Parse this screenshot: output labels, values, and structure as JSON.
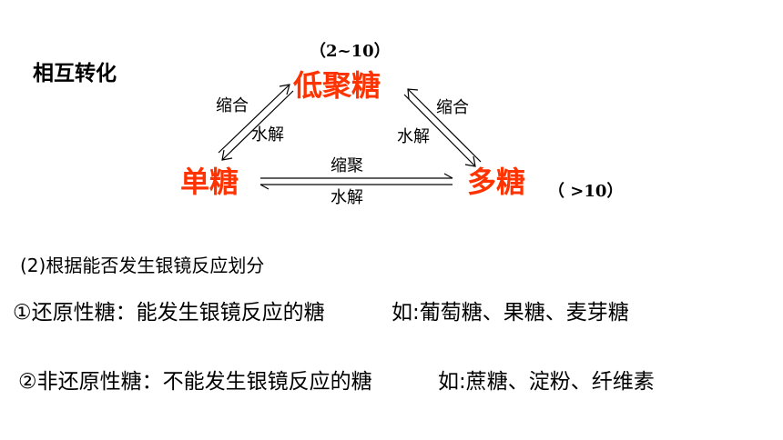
{
  "title": "相互转化",
  "nodes": {
    "oligosaccharide": "低聚糖",
    "monosaccharide": "单糖",
    "polysaccharide": "多糖"
  },
  "notes": {
    "oligo_range": "（2~10）",
    "poly_range": "（ >10）"
  },
  "arrow_labels": {
    "condensation_left": "缩合",
    "hydrolysis_left": "水解",
    "condensation_right": "缩合",
    "hydrolysis_right": "水解",
    "condensation_mid": "缩聚",
    "hydrolysis_mid": "水解"
  },
  "section_heading": "(2)根据能否发生银镜反应划分",
  "items": [
    {
      "text": "①还原性糖：能发生银镜反应的糖",
      "examples": "如:葡萄糖、果糖、麦芽糖"
    },
    {
      "text": "②非还原性糖：不能发生银镜反应的糖",
      "examples": "如:蔗糖、淀粉、纤维素"
    }
  ],
  "colors": {
    "node_text": "#FF3300",
    "text": "#000000",
    "background": "#FFFFFF"
  }
}
